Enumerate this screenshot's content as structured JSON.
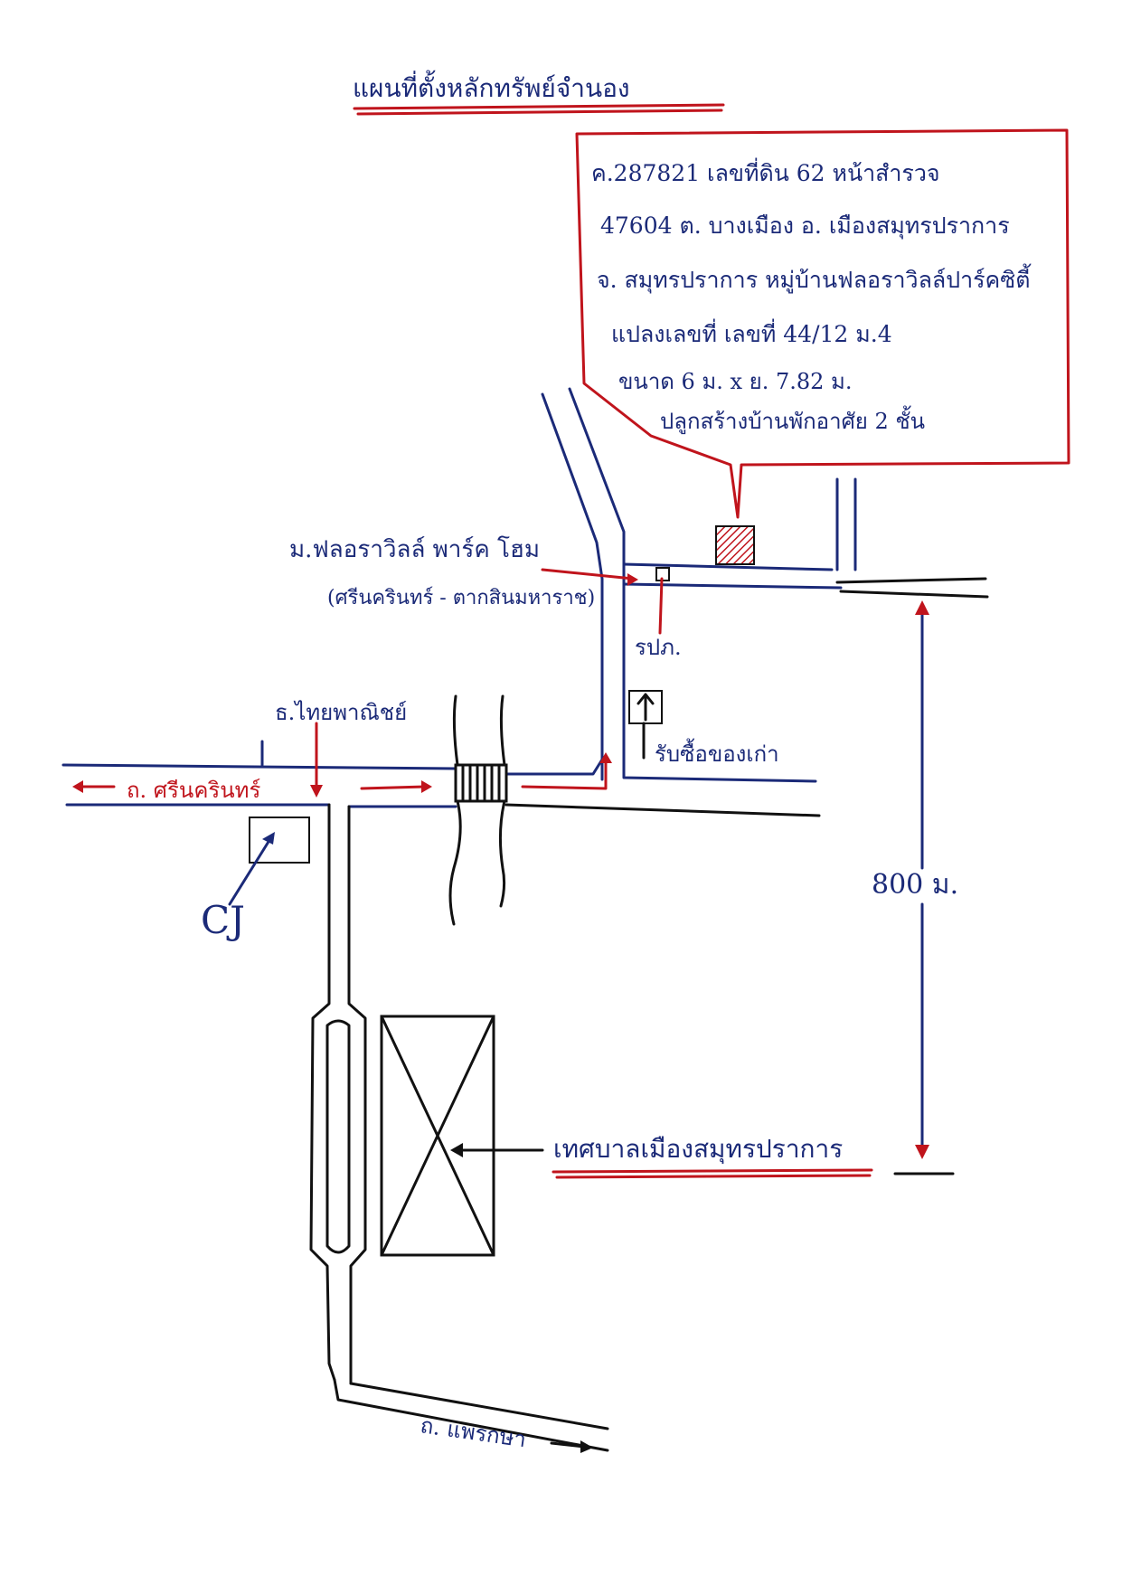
{
  "map": {
    "title": "แผนที่ตั้งหลักทรัพย์จำนอง",
    "address_lines": [
      "ค.287821 เลขที่ดิน 62 หน้าสำรวจ",
      "47604 ต. บางเมือง อ. เมืองสมุทรปราการ",
      "จ. สมุทรปราการ หมู่บ้านฟลอราวิลล์ปาร์คซิตี้",
      "แปลงเลขที่ เลขที่ 44/12 ม.4",
      "ขนาด 6 ม. x ย. 7.82 ม.",
      "ปลูกสร้างบ้านพักอาศัย 2 ชั้น"
    ],
    "labels": {
      "village": "ม.ฟลอราวิลล์ พาร์ค โฮม",
      "village_road": "(ศรีนครินทร์ - ตากสินมหาราช)",
      "guardhouse": "รปภ.",
      "bus_stop": "รับซื้อของเก่า",
      "bank": "ธ.ไทยพาณิชย์",
      "main_road": "ถ. ศรีนครินทร์",
      "store": "CJ",
      "distance": "800 ม.",
      "municipality": "เทศบาลเมืองสมุทรปราการ",
      "south_road": "ถ. แพรกษา"
    },
    "colors": {
      "ink_blue": "#1b2a78",
      "ink_red": "#c0141c",
      "ink_black": "#111111"
    }
  }
}
